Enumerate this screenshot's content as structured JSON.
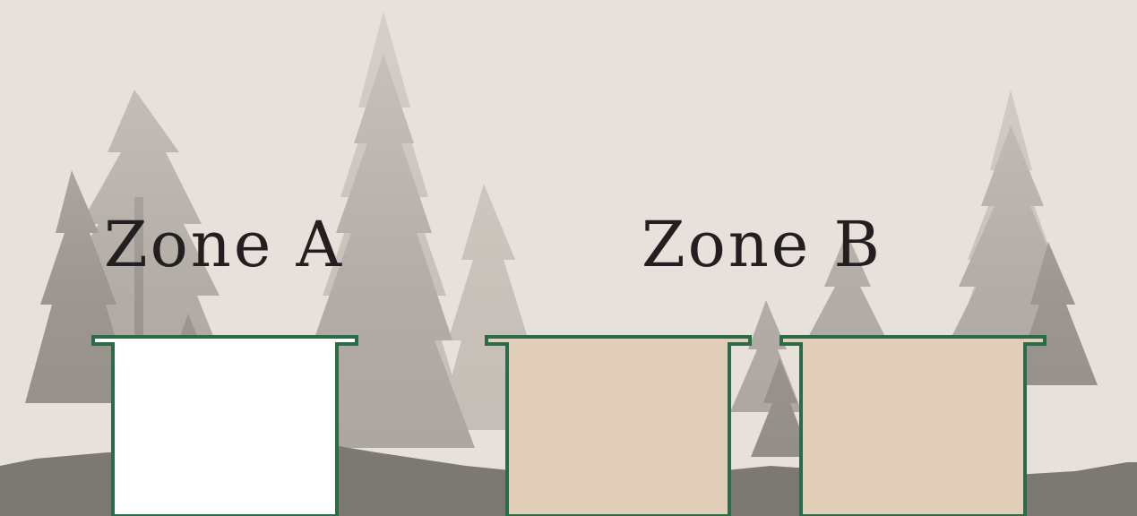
{
  "labels": {
    "zone_a": "Zone A",
    "zone_b": "Zone B"
  },
  "colors": {
    "background": "#e8e0da",
    "tree_far": "#b9b3ac",
    "tree_mid": "#a19c95",
    "tree_near": "#8a867f",
    "ground": "#7c7972",
    "container_outline": "#2c6b47",
    "container_a_fill": "#ffffff",
    "container_b_fill": "#e2cdb8"
  },
  "containers": [
    {
      "zone": "A",
      "fill": "white"
    },
    {
      "zone": "B",
      "fill": "beige"
    },
    {
      "zone": "B",
      "fill": "beige"
    }
  ]
}
